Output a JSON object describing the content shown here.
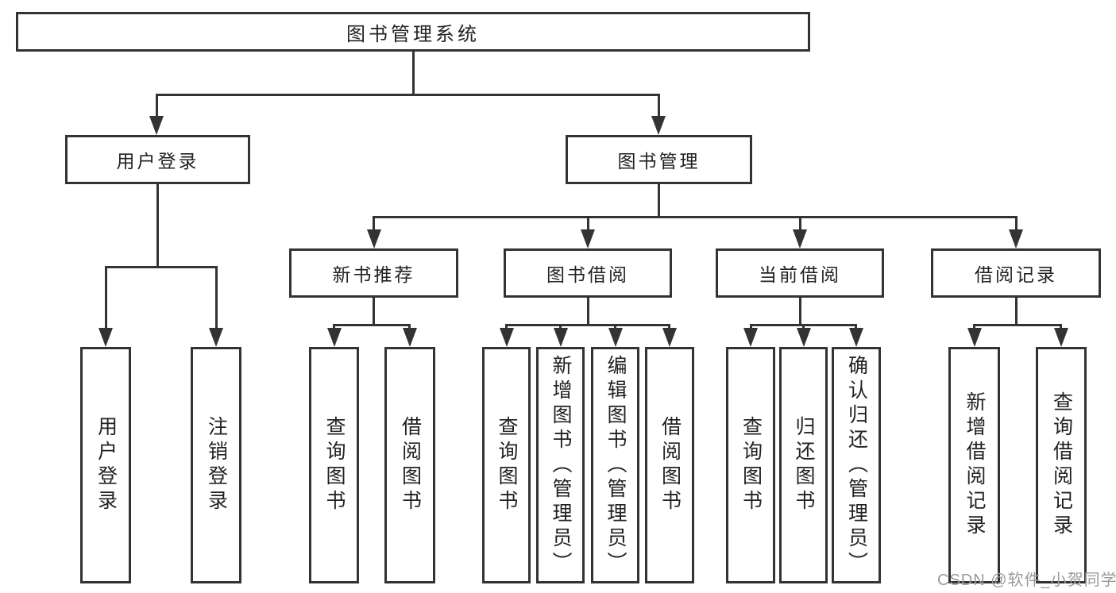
{
  "diagram": {
    "root": {
      "label": "图书管理系统"
    },
    "level2": [
      {
        "label": "用户登录"
      },
      {
        "label": "图书管理"
      }
    ],
    "level3": [
      {
        "label": "新书推荐"
      },
      {
        "label": "图书借阅"
      },
      {
        "label": "当前借阅"
      },
      {
        "label": "借阅记录"
      }
    ],
    "leaves": [
      {
        "label": "用户登录"
      },
      {
        "label": "注销登录"
      },
      {
        "label": "查询图书"
      },
      {
        "label": "借阅图书"
      },
      {
        "label": "查询图书"
      },
      {
        "label": "新增图书（管理员）"
      },
      {
        "label": "编辑图书（管理员）"
      },
      {
        "label": "借阅图书"
      },
      {
        "label": "查询图书"
      },
      {
        "label": "归还图书"
      },
      {
        "label": "确认归还（管理员）"
      },
      {
        "label": "新增借阅记录"
      },
      {
        "label": "查询借阅记录"
      }
    ],
    "colors": {
      "line": "#333333",
      "box_border": "#333333",
      "box_fill": "#ffffff",
      "text": "#222222"
    }
  },
  "watermark": {
    "text": "CSDN @软件_小贺同学",
    "color": "#9b9b9b"
  }
}
